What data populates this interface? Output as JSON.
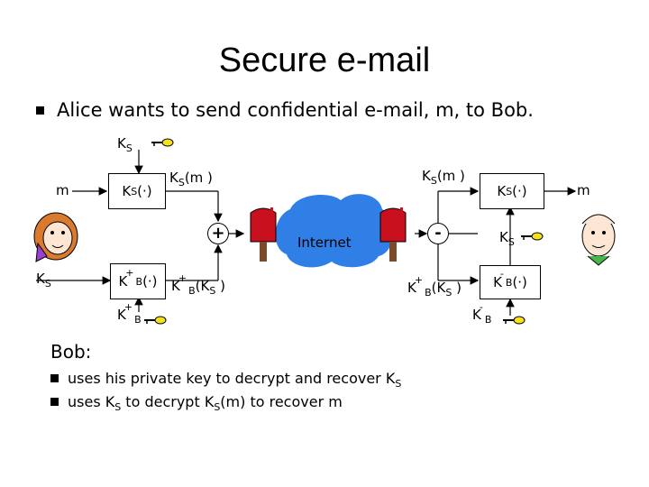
{
  "title": "Secure e-mail",
  "intro": "Alice wants to send confidential e-mail, m, to Bob.",
  "diagram": {
    "alice_m": "m",
    "bob_m": "m",
    "ks": "K",
    "s_sub": "S",
    "b_sub": "B",
    "ks_fn": "(·)",
    "ks_m": "(m )",
    "kb_plus_fn": "(·)",
    "kb_plus_ks": "(K",
    "ks_paren_close": " )",
    "plus": "+",
    "minus": "-",
    "internet": "Internet",
    "kb_minus_fn": "(·)"
  },
  "bob": {
    "heading": "Bob:",
    "line1": "uses his private key to decrypt and recover K",
    "line2_a": "uses K",
    "line2_b": " to decrypt K",
    "line2_c": "(m) to recover m"
  }
}
